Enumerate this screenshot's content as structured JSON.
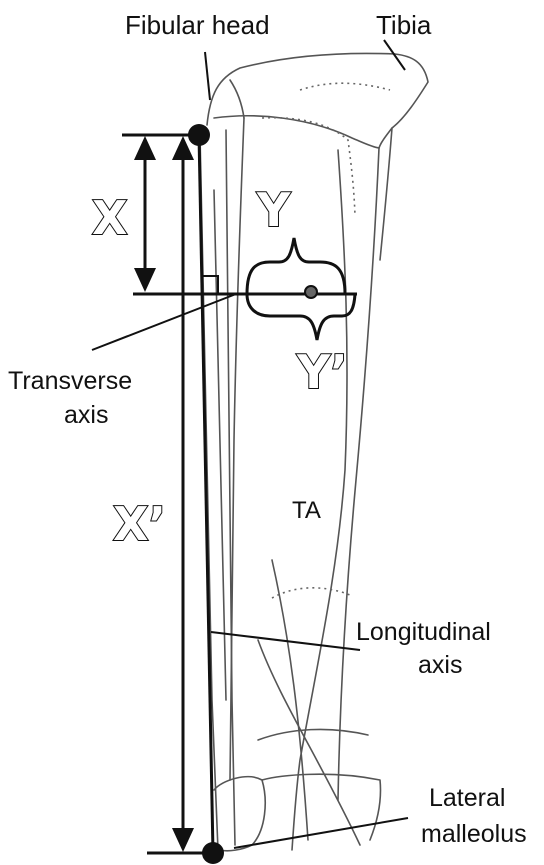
{
  "labels": {
    "fibular_head": "Fibular head",
    "tibia": "Tibia",
    "transverse_axis_line1": "Transverse",
    "transverse_axis_line2": "axis",
    "longitudinal_axis_line1": "Longitudinal",
    "longitudinal_axis_line2": "axis",
    "lateral_malleolus_line1": "Lateral",
    "lateral_malleolus_line2": "malleolus",
    "muscle": "TA"
  },
  "measurements": {
    "x": "X",
    "x_prime": "X’",
    "y": "Y",
    "y_prime": "Y’"
  },
  "colors": {
    "line": "#111111",
    "bone_outline": "#555555",
    "landmark_dot": "#111111",
    "center_dot": "#555555"
  }
}
